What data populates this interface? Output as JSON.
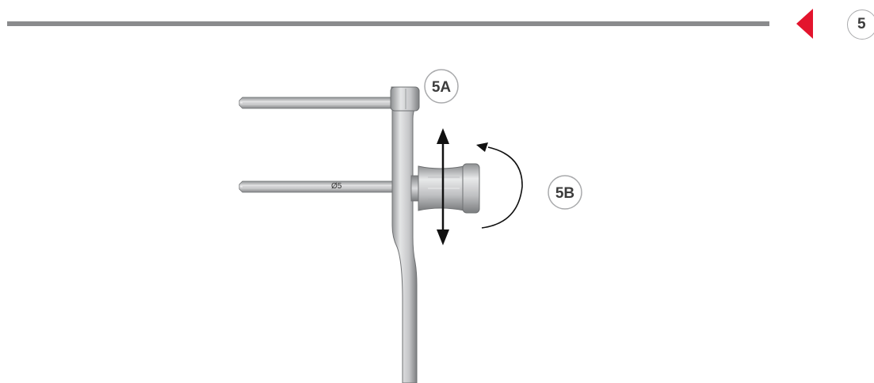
{
  "header": {
    "step_number": "5",
    "back_icon": "triangle-left-icon",
    "accent_color": "#e3142d",
    "rule_color": "#8a8b8d"
  },
  "illustration": {
    "label_5a": "5A",
    "label_5b": "5B",
    "pin_marking": "Ø5",
    "icons": [
      "vertical-double-arrow-icon",
      "rotation-arrow-icon"
    ]
  }
}
